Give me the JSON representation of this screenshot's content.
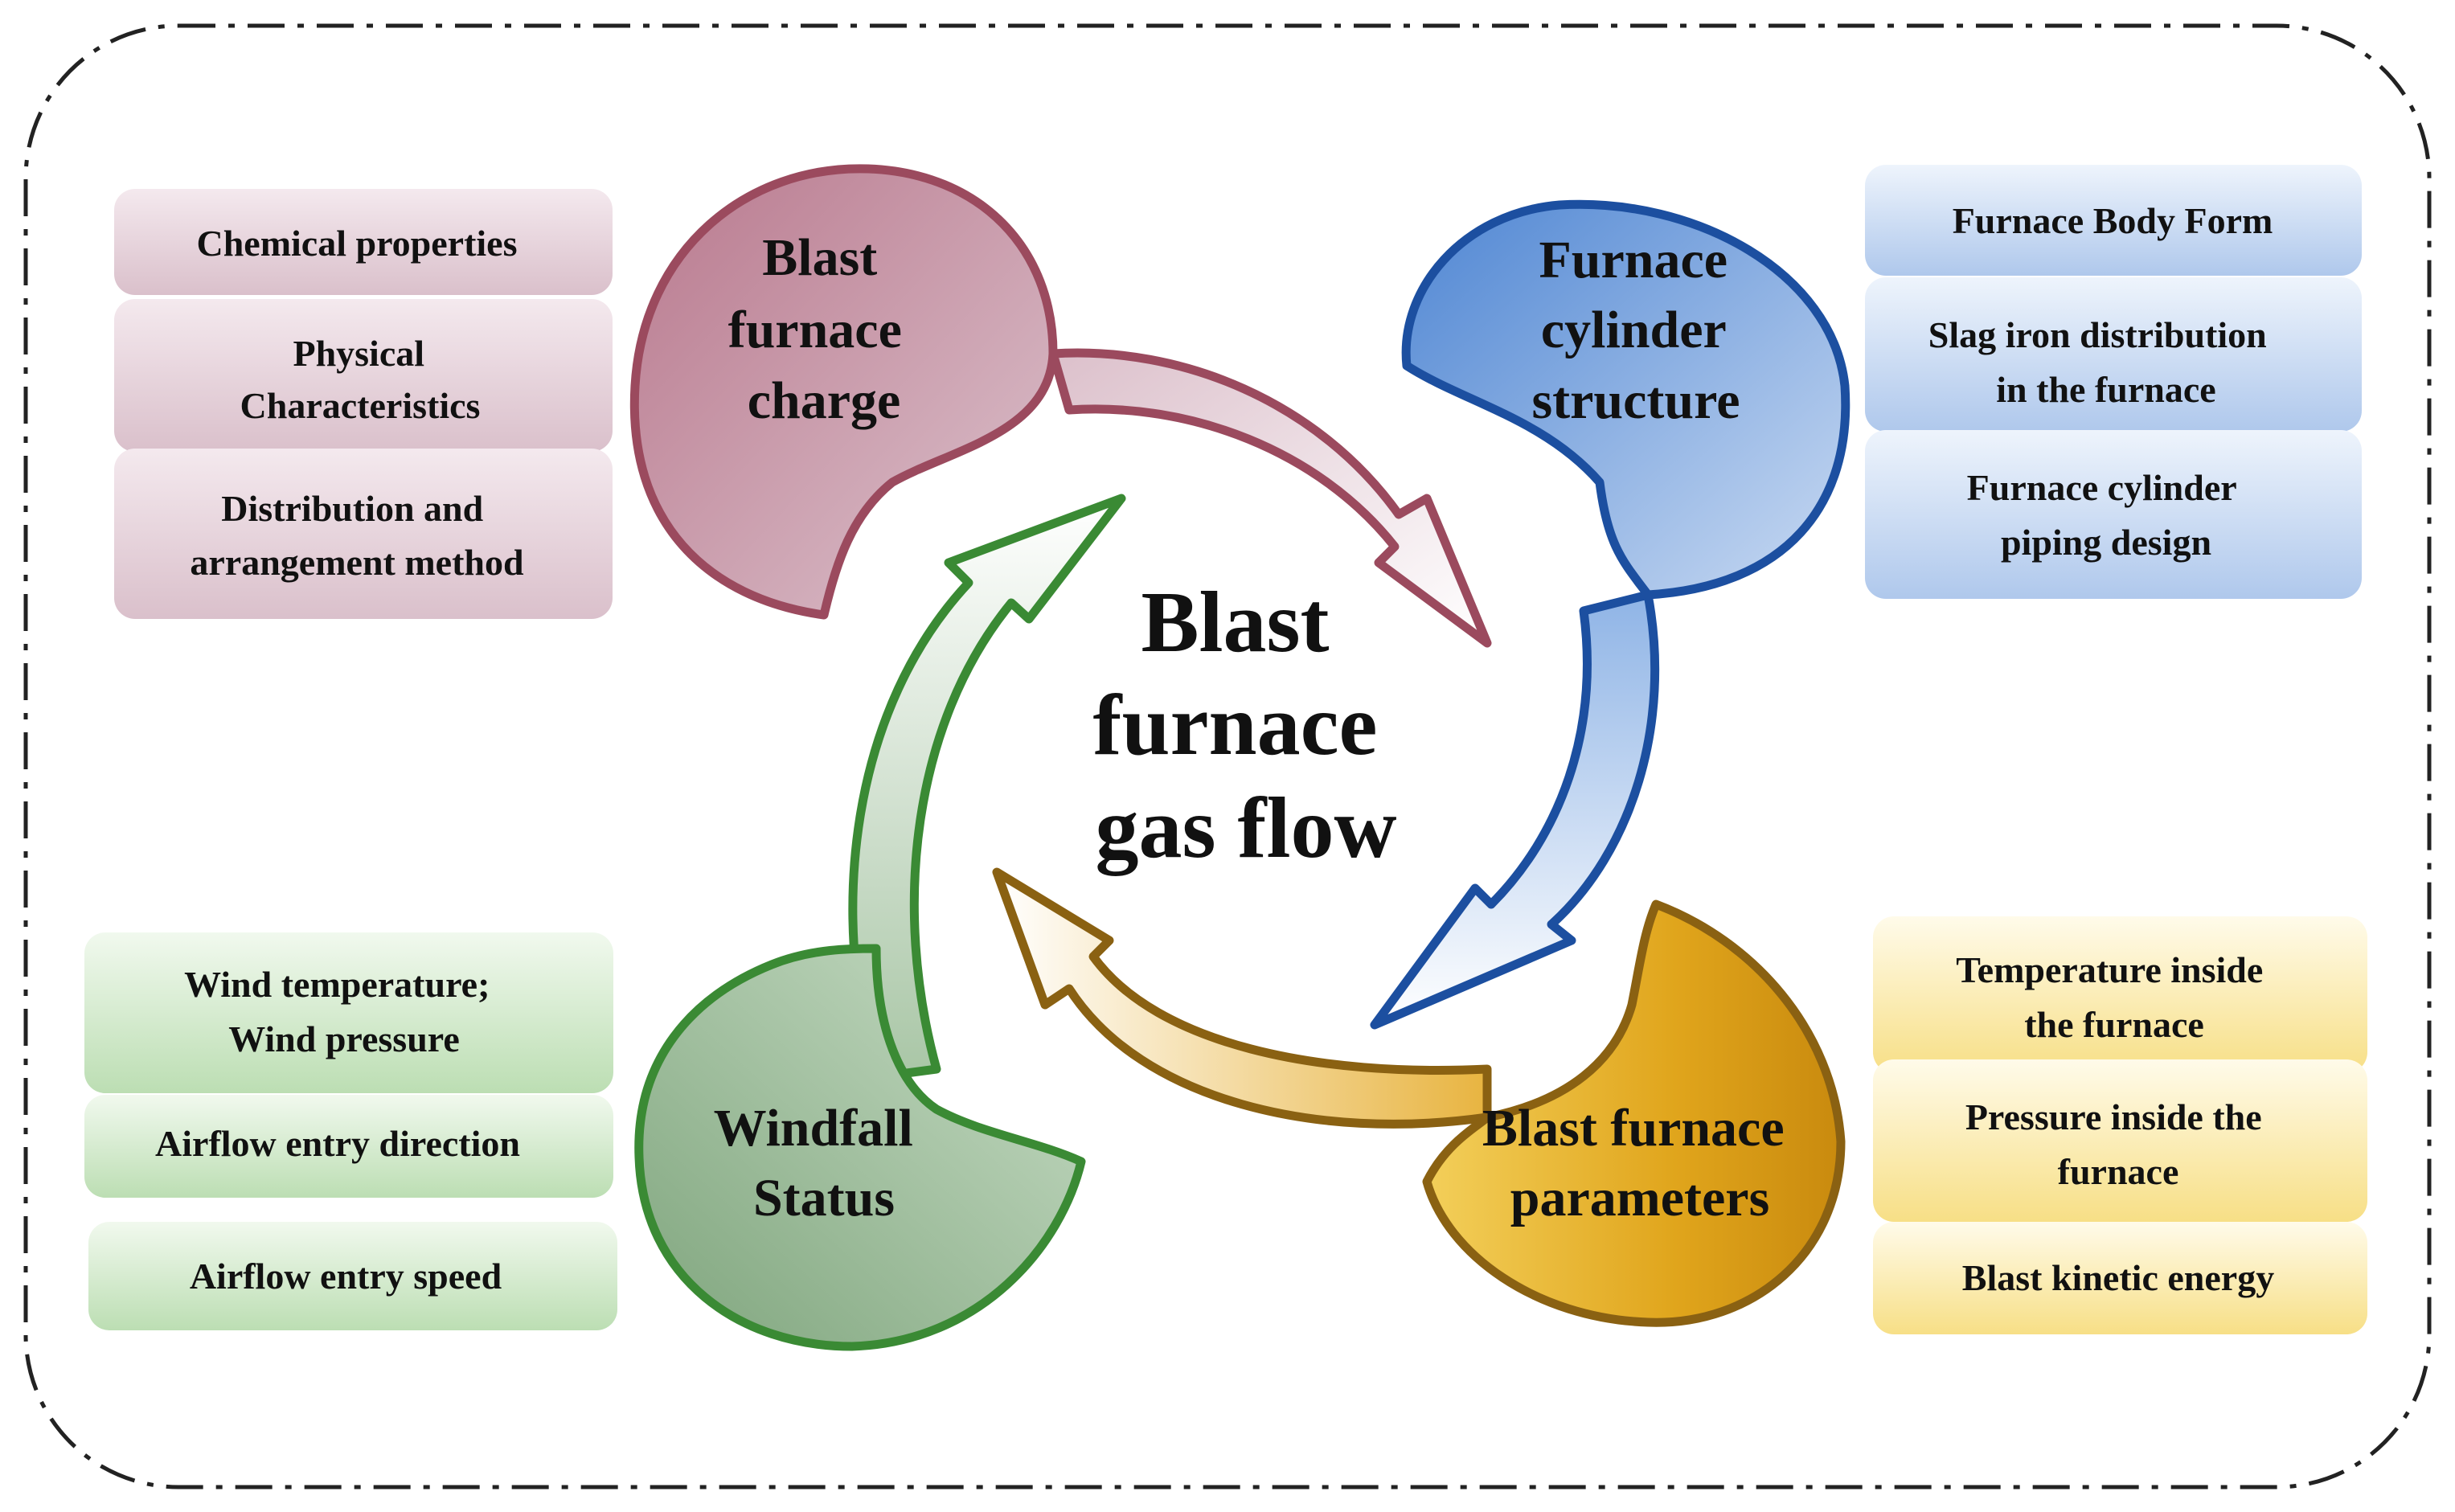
{
  "center": {
    "lines": [
      "Blast",
      "furnace",
      "gas flow"
    ]
  },
  "petals": [
    {
      "id": "charge",
      "lines": [
        "Blast",
        "furnace",
        "charge"
      ],
      "color": "#9B4A5E",
      "fill_light": "#ECDCE3",
      "fill_dark": "#C99CAE"
    },
    {
      "id": "cylinder",
      "lines": [
        "Furnace",
        "cylinder",
        "structure"
      ],
      "color": "#1C4FA0",
      "fill_light": "#B9D0EF",
      "fill_dark": "#5B8FD8"
    },
    {
      "id": "parameters",
      "lines": [
        "Blast furnace",
        "parameters"
      ],
      "color": "#8A6112",
      "fill_light": "#F1C64A",
      "fill_dark": "#CC8A10"
    },
    {
      "id": "windfall",
      "lines": [
        "Windfall",
        "Status"
      ],
      "color": "#3A8A34",
      "fill_light": "#C5D9C4",
      "fill_dark": "#7FA57D"
    }
  ],
  "box_groups": [
    {
      "id": "charge",
      "fill_light": "#F2E6EB",
      "fill_dark": "#D9BCC8",
      "items": [
        [
          "Chemical properties"
        ],
        [
          "Physical",
          "Characteristics"
        ],
        [
          "Distribution and",
          "arrangement method"
        ]
      ]
    },
    {
      "id": "cylinder",
      "fill_light": "#E6EFFB",
      "fill_dark": "#B4CCEE",
      "items": [
        [
          "Furnace Body Form"
        ],
        [
          "Slag iron distribution",
          "in the furnace"
        ],
        [
          "Furnace cylinder",
          "piping design"
        ]
      ]
    },
    {
      "id": "parameters",
      "fill_light": "#FFF8DC",
      "fill_dark": "#F8E08A",
      "items": [
        [
          "Temperature inside",
          "the furnace"
        ],
        [
          "Pressure inside the",
          "furnace"
        ],
        [
          "Blast kinetic energy"
        ]
      ]
    },
    {
      "id": "windfall",
      "fill_light": "#EAF5E6",
      "fill_dark": "#BDDFB4",
      "items": [
        [
          "Wind temperature;",
          "Wind pressure"
        ],
        [
          "Airflow entry direction"
        ],
        [
          "Airflow entry speed"
        ]
      ]
    }
  ],
  "frame_color": "#222222"
}
